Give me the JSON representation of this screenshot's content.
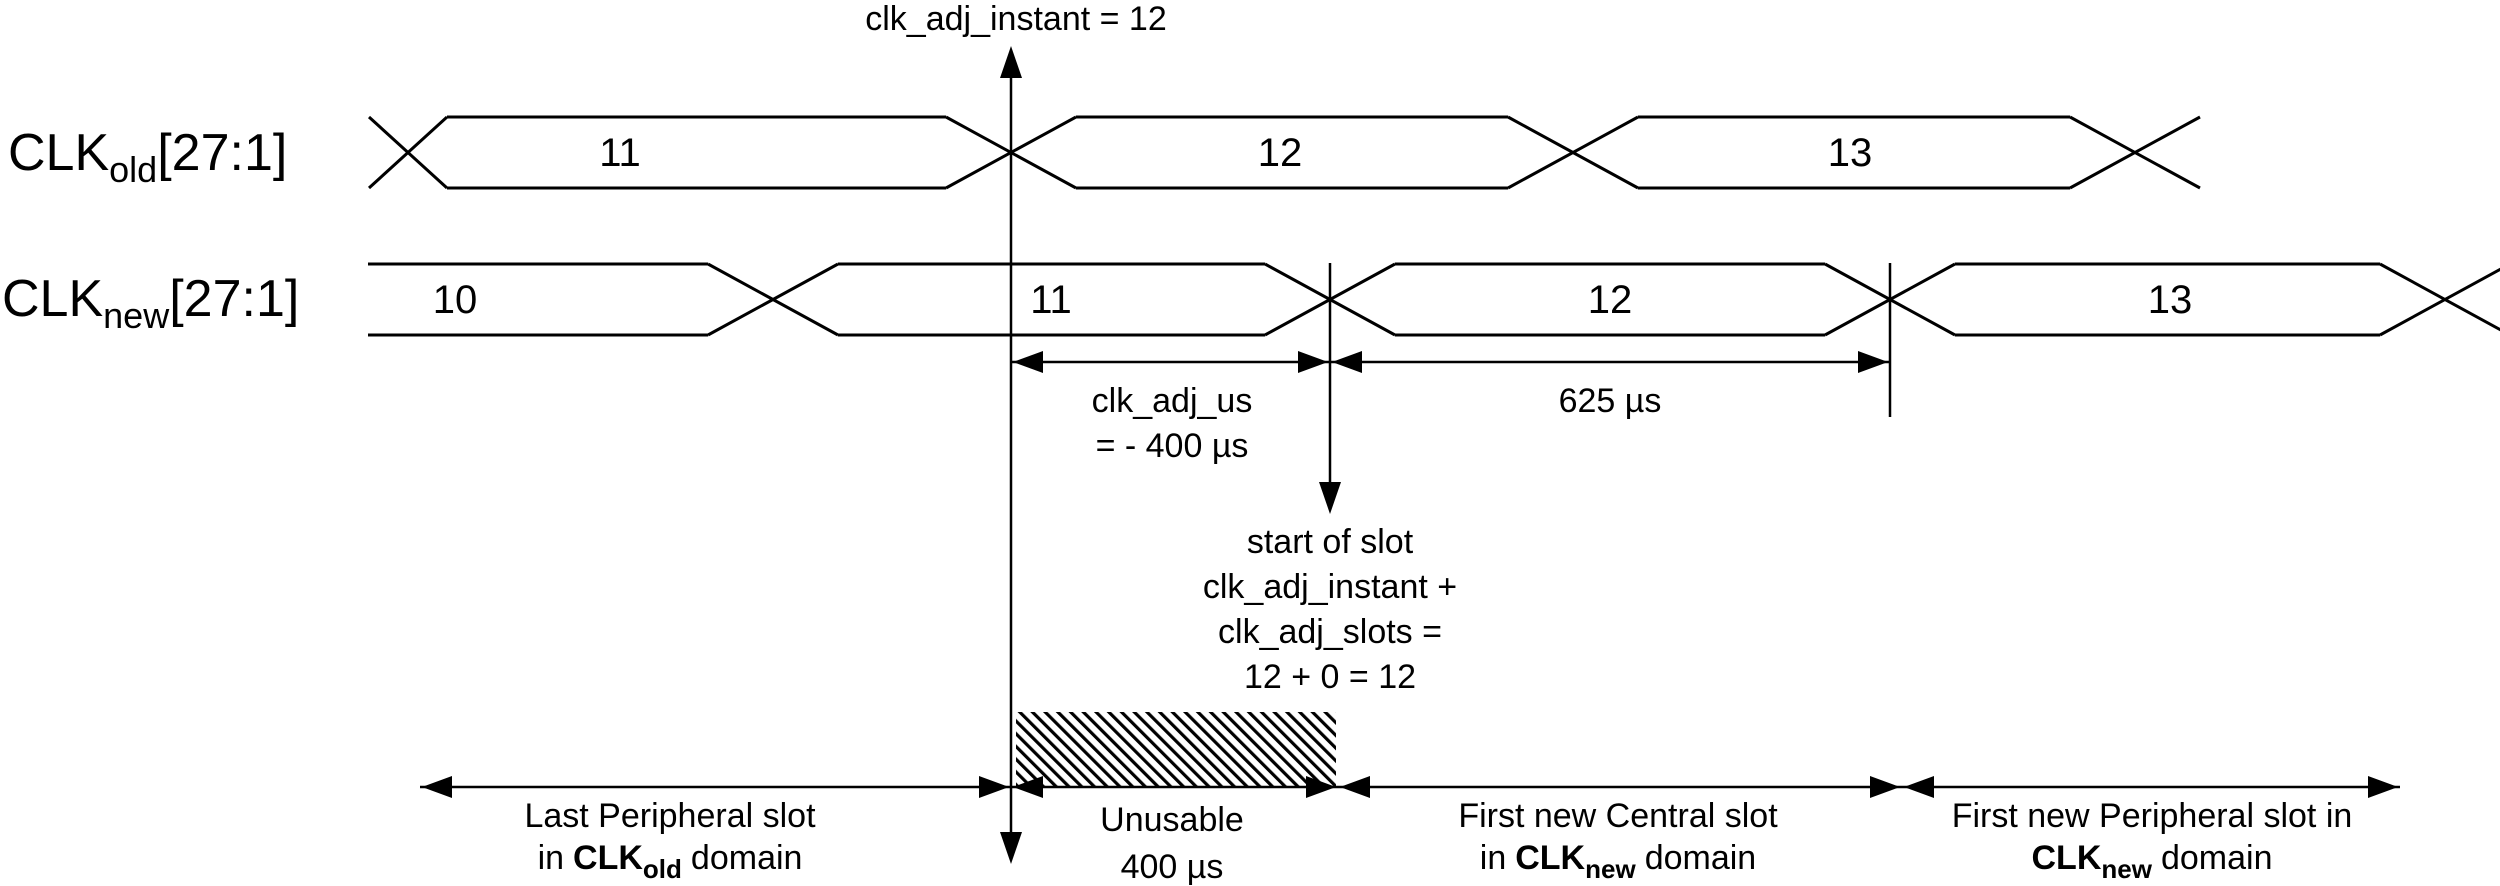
{
  "colors": {
    "ink": "#000000",
    "background": "#ffffff"
  },
  "top_annotation": {
    "label": "clk_adj_instant = 12"
  },
  "signals": [
    {
      "name": "CLK",
      "sub": "old",
      "range": "[27:1]",
      "values": [
        "11",
        "12",
        "13"
      ]
    },
    {
      "name": "CLK",
      "sub": "new",
      "range": "[27:1]",
      "values": [
        "10",
        "11",
        "12",
        "13"
      ]
    }
  ],
  "dimensions": {
    "adj_line1": "clk_adj_us",
    "adj_line2": "= - 400 µs",
    "slot": "625 µs"
  },
  "start_of_slot": {
    "line1": "start of slot",
    "line2": "clk_adj_instant +",
    "line3": "clk_adj_slots =",
    "line4": "12 + 0 = 12"
  },
  "bottom_spans": [
    {
      "line1": "Last Peripheral slot",
      "line2_prefix": "in",
      "clk": "CLK",
      "clk_sub": "old",
      "line2_suffix": "domain"
    },
    {
      "line1": "Unusable",
      "line2": "400 µs"
    },
    {
      "line1": "First new Central slot",
      "line2_prefix": "in",
      "clk": "CLK",
      "clk_sub": "new",
      "line2_suffix": "domain"
    },
    {
      "line1": "First new Peripheral slot in",
      "clk": "CLK",
      "clk_sub": "new",
      "line2_suffix": "domain"
    }
  ]
}
